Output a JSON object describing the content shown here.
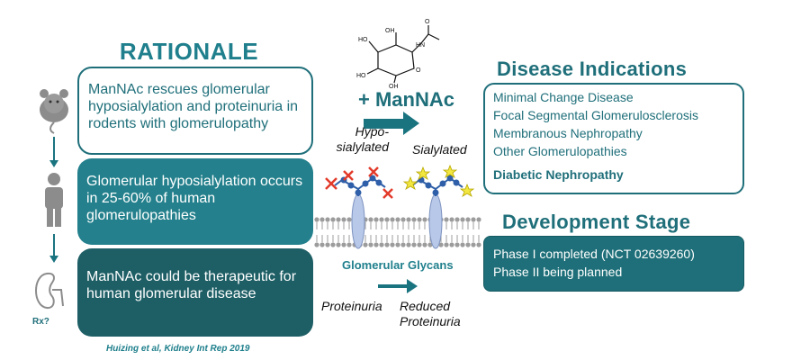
{
  "rationale": {
    "title": "RATIONALE",
    "box1": "ManNAc rescues glomerular hyposialylation and proteinuria in rodents with glomerulopathy",
    "box2": "Glomerular hyposialylation occurs in 25-60% of human glomerulopathies",
    "box3": "ManNAc could be therapeutic for human glomerular disease",
    "rx_label": "Rx?",
    "citation": "Huizing et al, Kidney Int Rep 2019"
  },
  "mechanism": {
    "plus_label": "+ ManNAc",
    "hypo_label": "Hypo-\nsialylated",
    "sialylated_label": "Sialylated",
    "glycans_label": "Glomerular Glycans",
    "proteinuria_label": "Proteinuria",
    "reduced_label": "Reduced\nProteinuria",
    "molecule_labels": {
      "oh1": "OH",
      "oh2": "HO",
      "oh3": "HO",
      "oh4": "OH",
      "nh": "HN",
      "o_ring": "O",
      "o_carbonyl": "O"
    }
  },
  "disease": {
    "title": "Disease Indications",
    "items": [
      "Minimal Change Disease",
      "Focal Segmental Glomerulosclerosis",
      "Membranous Nephropathy",
      "Other Glomerulopathies"
    ],
    "highlight": "Diabetic Nephropathy"
  },
  "development": {
    "title": "Development Stage",
    "lines": [
      "Phase I completed (NCT 02639260)",
      "Phase II being planned"
    ]
  },
  "colors": {
    "accent": "#1f7f8c",
    "dark_teal": "#1e5f66",
    "mid_teal": "#23808c",
    "arrow": "#1a7480",
    "icon_gray": "#8c8c8c",
    "sugar_blue": "#2e5fa8",
    "sialic_star": "#f2e640",
    "cross_red": "#e23a2a"
  }
}
